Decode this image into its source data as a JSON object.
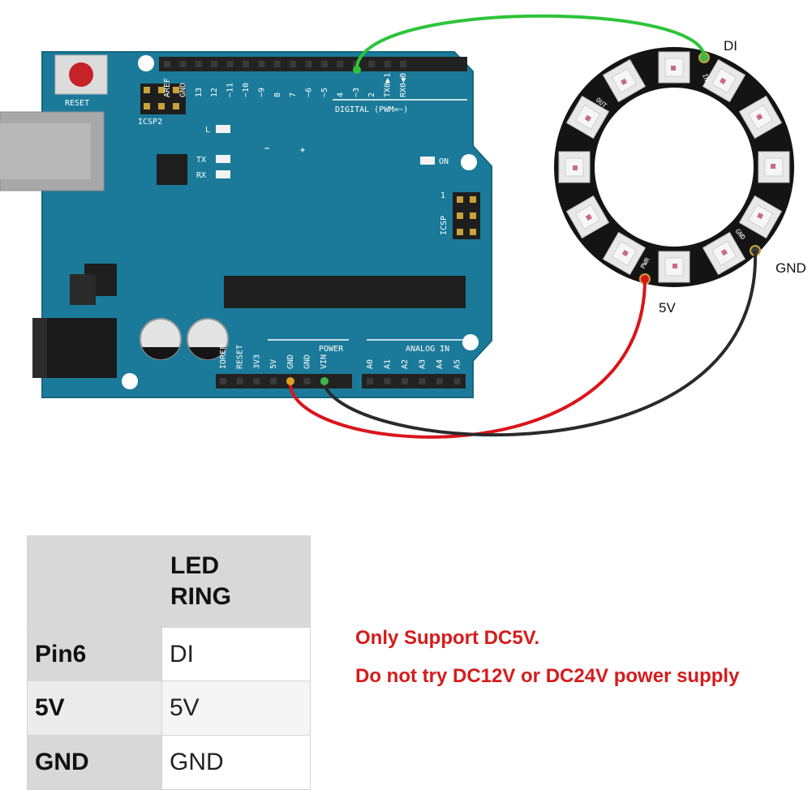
{
  "board": {
    "reset_label": "RESET",
    "icsp2_label": "ICSP2",
    "icsp_label": "ICSP",
    "icsp_pin1": "1",
    "digital_label": "DIGITAL (PWM=~)",
    "digital_pins": [
      "AREF",
      "GND",
      "13",
      "12",
      "~11",
      "~10",
      "~9",
      "8",
      "7",
      "~6",
      "~5",
      "4",
      "~3",
      "2",
      "TX0▶1",
      "RX0◀0"
    ],
    "led_l": "L",
    "led_tx": "TX",
    "led_rx": "RX",
    "led_on": "ON",
    "minus": "−",
    "plus": "+",
    "power_label": "POWER",
    "analog_label": "ANALOG IN",
    "power_pins": [
      "IOREF",
      "RESET",
      "3V3",
      "5V",
      "GND",
      "GND",
      "VIN"
    ],
    "analog_pins": [
      "A0",
      "A1",
      "A2",
      "A3",
      "A4",
      "A5"
    ],
    "colors": {
      "pcb": "#1b7a99",
      "header": "#222222",
      "silk": "#ffffff"
    }
  },
  "ring": {
    "label_di": "DI",
    "label_gnd": "GND",
    "label_5v": "5V",
    "pcb_labels": [
      "IN",
      "PWR",
      "GND",
      "OUT"
    ],
    "led_count": 12,
    "colors": {
      "body": "#141414",
      "led": "#e8e8e8"
    }
  },
  "wires": {
    "data_color": "#2ec43a",
    "power_color": "#d9151b",
    "ground_color": "#2a2a2a"
  },
  "table": {
    "header": [
      "",
      "LED RING"
    ],
    "rows": [
      {
        "pin": "Pin6",
        "ring": "DI"
      },
      {
        "pin": "5V",
        "ring": "5V"
      },
      {
        "pin": "GND",
        "ring": "GND"
      }
    ]
  },
  "notes": {
    "line1": "Only Support DC5V.",
    "line2": "Do not try DC12V or DC24V power supply"
  }
}
